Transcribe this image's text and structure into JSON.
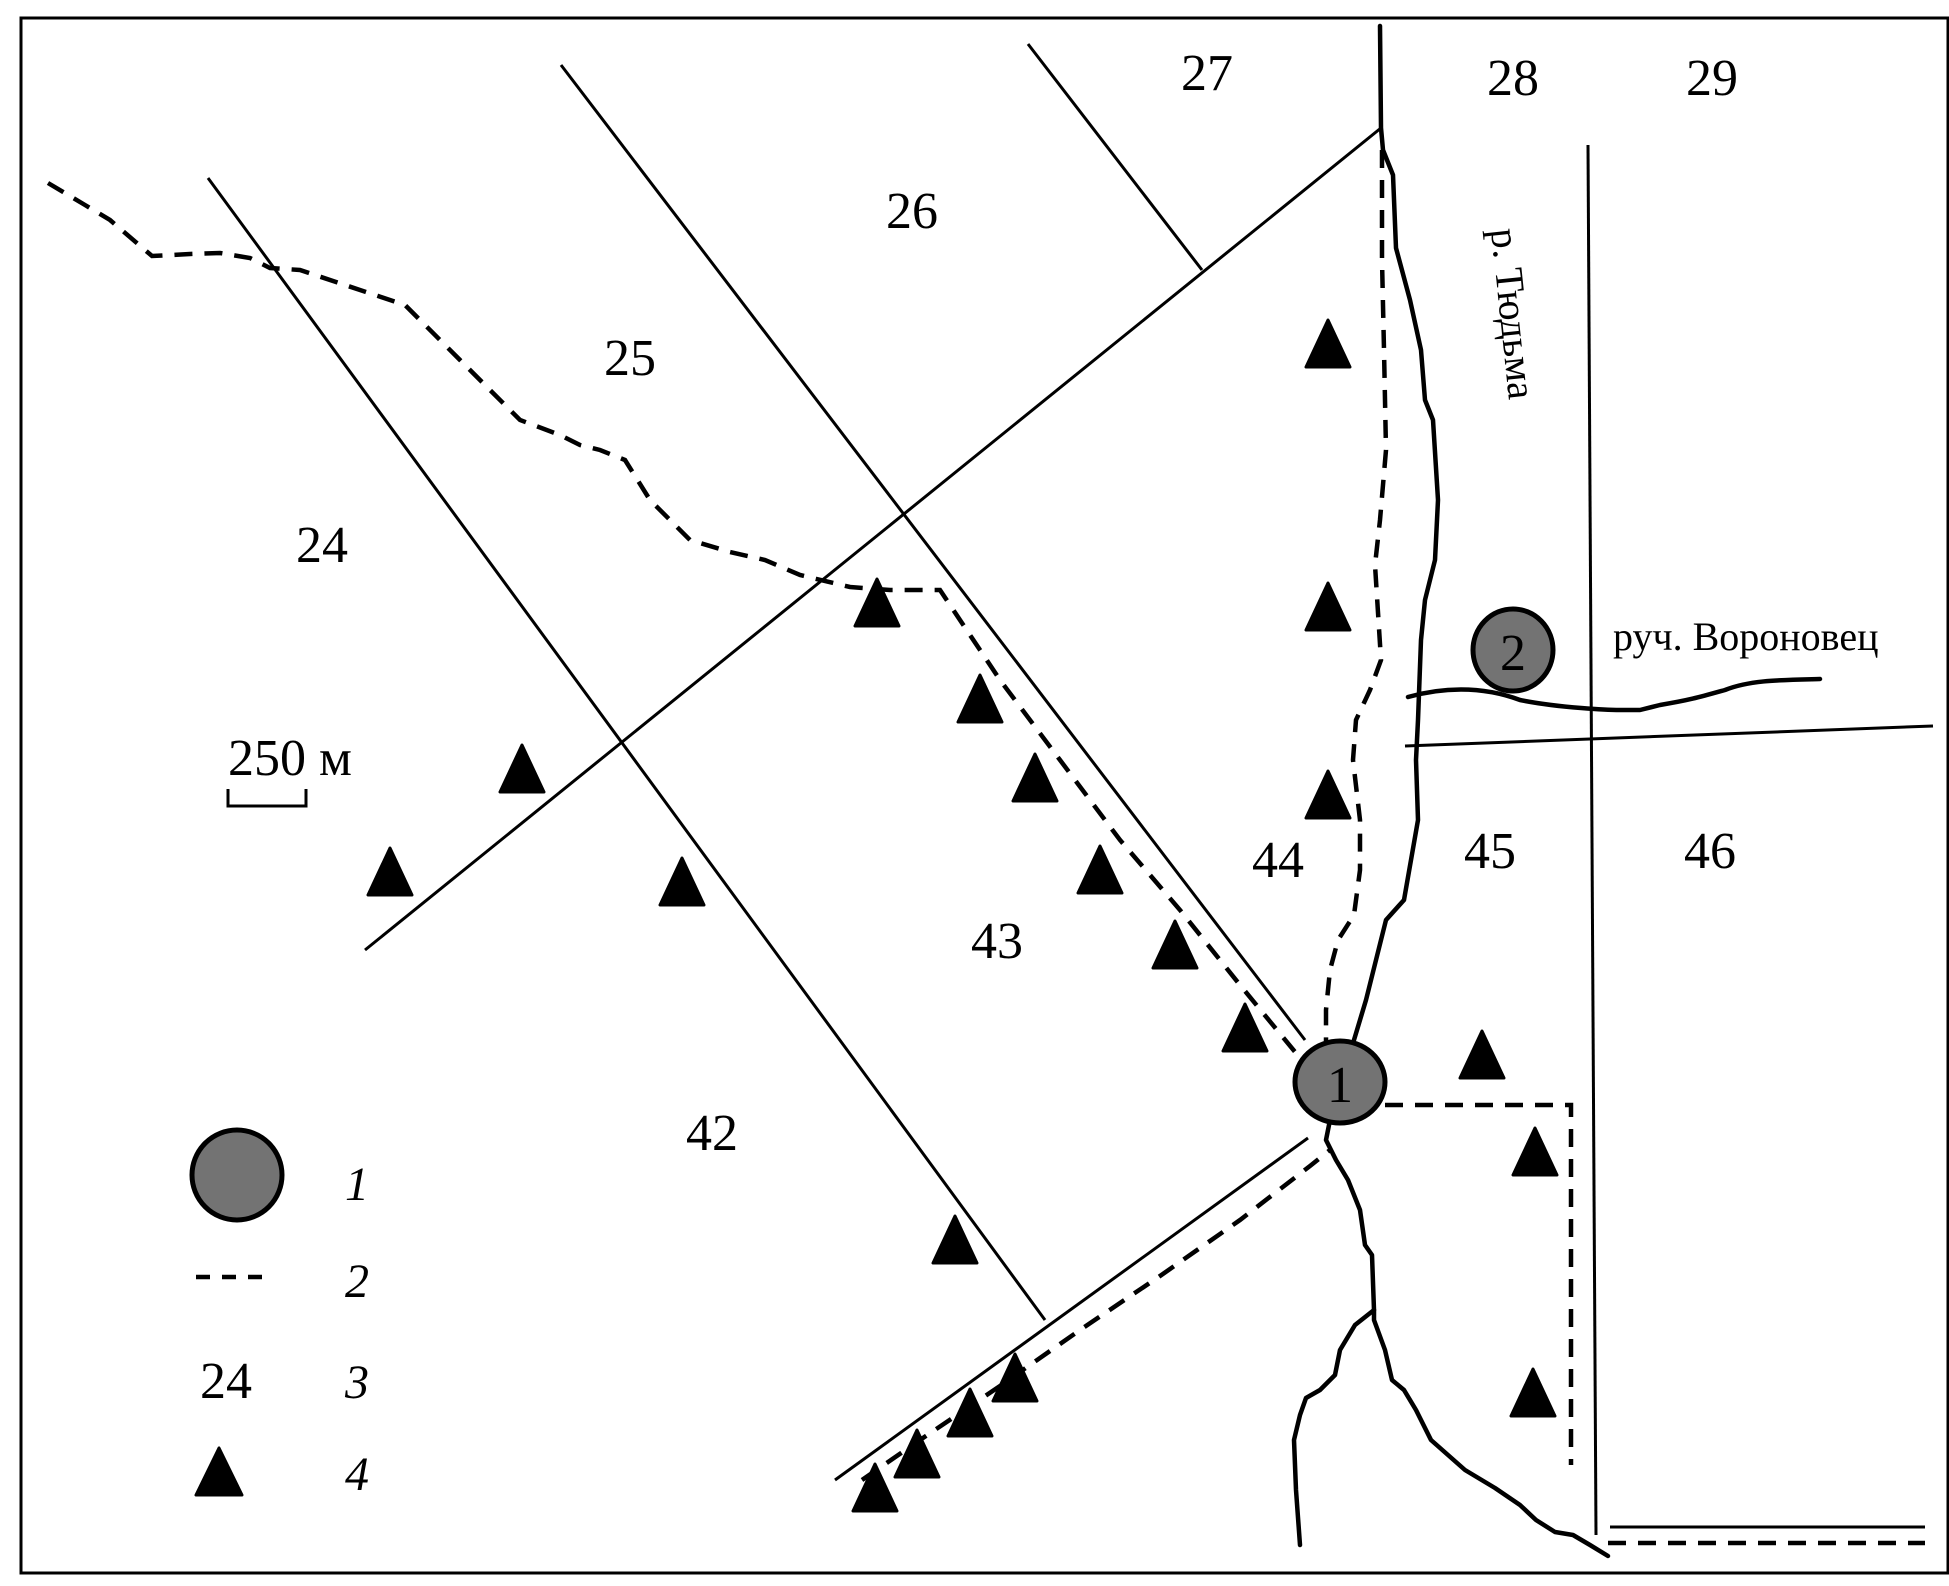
{
  "map": {
    "plot_numbers": [
      "24",
      "25",
      "26",
      "27",
      "28",
      "29",
      "42",
      "43",
      "44",
      "45",
      "46"
    ],
    "river_label": "р. Тюдьма",
    "stream_label": "руч. Вороновец",
    "scale_label": "250 м",
    "sites": [
      {
        "label": "1"
      },
      {
        "label": "2"
      }
    ],
    "colors": {
      "site_fill": "#737373",
      "line": "#000000",
      "background": "#ffffff"
    }
  },
  "legend": {
    "items": [
      {
        "symbol": "circle-site",
        "index": "1"
      },
      {
        "symbol": "dashed-line",
        "index": "2"
      },
      {
        "symbol": "plot-number",
        "sample": "24",
        "index": "3"
      },
      {
        "symbol": "triangle",
        "index": "4"
      }
    ]
  }
}
